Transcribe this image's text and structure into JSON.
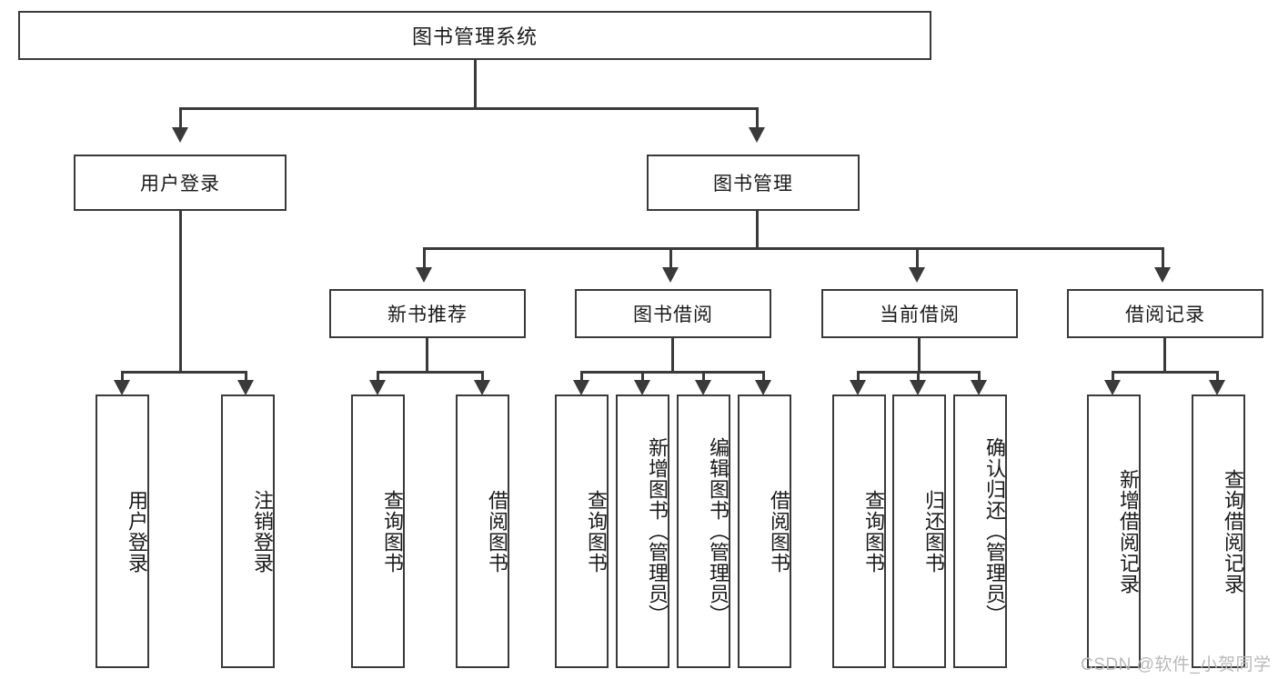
{
  "diagram": {
    "title": "图书管理系统",
    "type": "hierarchy-tree",
    "root": {
      "label": "图书管理系统"
    },
    "level1": [
      {
        "label": "用户登录"
      },
      {
        "label": "图书管理"
      }
    ],
    "level2": [
      {
        "label": "新书推荐"
      },
      {
        "label": "图书借阅"
      },
      {
        "label": "当前借阅"
      },
      {
        "label": "借阅记录"
      }
    ],
    "leaves": {
      "user_login": [
        {
          "label": "用户登录"
        },
        {
          "label": "注销登录"
        }
      ],
      "new_book_recommend": [
        {
          "label": "查询图书"
        },
        {
          "label": "借阅图书"
        }
      ],
      "book_borrow": [
        {
          "label": "查询图书"
        },
        {
          "label": "新增图书（管理员）"
        },
        {
          "label": "编辑图书（管理员）"
        },
        {
          "label": "借阅图书"
        }
      ],
      "current_borrow": [
        {
          "label": "查询图书"
        },
        {
          "label": "归还图书"
        },
        {
          "label": "确认归还（管理员）"
        }
      ],
      "borrow_record": [
        {
          "label": "新增借阅记录"
        },
        {
          "label": "查询借阅记录"
        }
      ]
    }
  },
  "watermark": {
    "text": "CSDN @软件_小贺同学"
  },
  "colors": {
    "stroke": "#3a3a3a",
    "fill": "#ffffff",
    "text": "#1a1a1a",
    "watermark": "#b9b9b9"
  }
}
